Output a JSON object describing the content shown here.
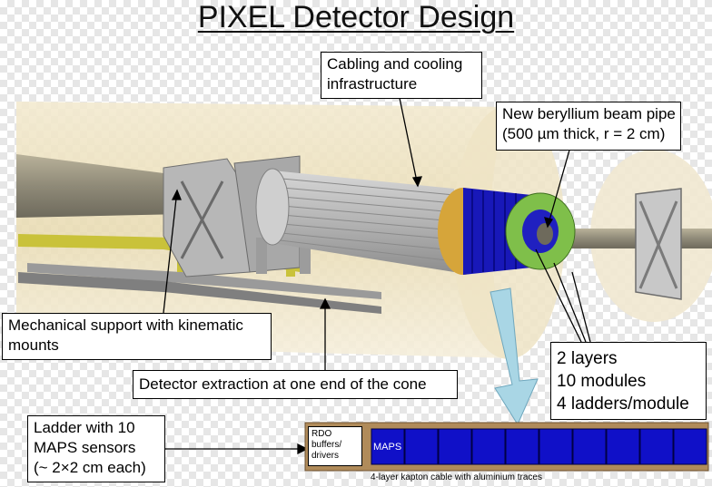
{
  "title": "PIXEL Detector Design",
  "callouts": {
    "cabling": [
      "Cabling and cooling",
      "infrastructure"
    ],
    "beampipe": [
      "New beryllium beam pipe",
      "(500 µm thick, r = 2 cm)"
    ],
    "mechanical": [
      "Mechanical support with kinematic",
      "mounts"
    ],
    "extraction": "Detector extraction at one end of the cone",
    "layers": [
      "2 layers",
      "10 modules",
      "4 ladders/module"
    ],
    "ladder": [
      "Ladder with 10",
      "MAPS sensors",
      "(~ 2×2 cm each)"
    ]
  },
  "ladder_strip": {
    "rdo": [
      "RDO",
      "buffers/",
      "drivers"
    ],
    "maps": "MAPS",
    "kapton": "4-layer kapton cable with aluminium traces",
    "sensor_count": 10
  },
  "colors": {
    "sensor_blue": "#1010c8",
    "sensor_green": "#7fbf4a",
    "cone": "#efe4c4",
    "arrow_fill": "#a9d6e5",
    "kapton": "#b08b5a"
  }
}
